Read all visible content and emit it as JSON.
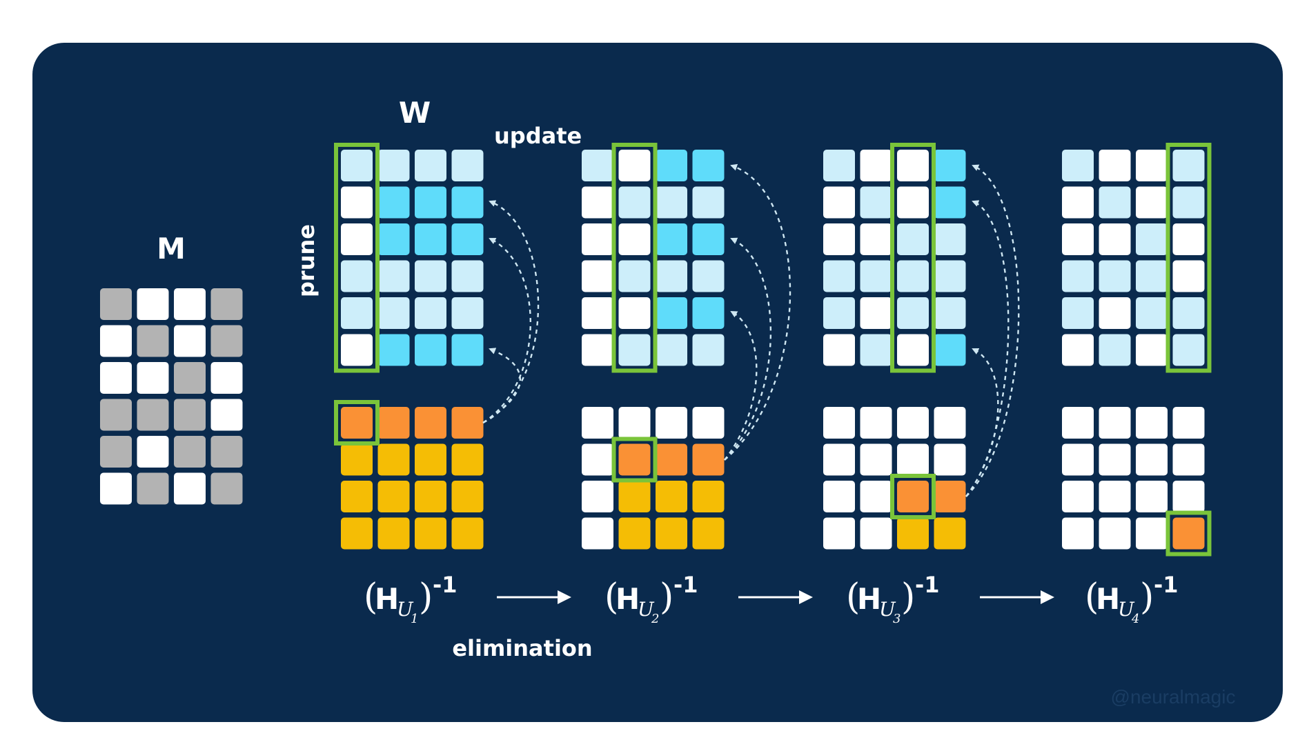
{
  "labels": {
    "m": "M",
    "w": "W",
    "update": "update",
    "prune": "prune",
    "elimination": "elimination",
    "watermark": "@neuralmagic"
  },
  "steps": [
    {
      "h": "H",
      "sub": "U",
      "idx": "1",
      "exp": "-1"
    },
    {
      "h": "H",
      "sub": "U",
      "idx": "2",
      "exp": "-1"
    },
    {
      "h": "H",
      "sub": "U",
      "idx": "3",
      "exp": "-1"
    },
    {
      "h": "H",
      "sub": "U",
      "idx": "4",
      "exp": "-1"
    }
  ],
  "colors": {
    "panel": "#0a2a4d",
    "white": "#ffffff",
    "gray": "#b3b3b3",
    "light_blue": "#cdeefa",
    "cyan": "#5fdcfa",
    "orange": "#fa9135",
    "yellow": "#f5bd05",
    "green": "#7ac43a",
    "arrow": "#cfe7f2"
  },
  "mask_M": [
    [
      "G",
      "W",
      "W",
      "G"
    ],
    [
      "W",
      "G",
      "W",
      "G"
    ],
    [
      "W",
      "W",
      "G",
      "W"
    ],
    [
      "G",
      "G",
      "G",
      "W"
    ],
    [
      "G",
      "W",
      "G",
      "G"
    ],
    [
      "W",
      "G",
      "W",
      "G"
    ]
  ],
  "weights": [
    [
      [
        "L",
        "L",
        "L",
        "L"
      ],
      [
        "W",
        "C",
        "C",
        "C"
      ],
      [
        "W",
        "C",
        "C",
        "C"
      ],
      [
        "L",
        "L",
        "L",
        "L"
      ],
      [
        "L",
        "L",
        "L",
        "L"
      ],
      [
        "W",
        "C",
        "C",
        "C"
      ]
    ],
    [
      [
        "L",
        "W",
        "C",
        "C"
      ],
      [
        "W",
        "L",
        "L",
        "L"
      ],
      [
        "W",
        "W",
        "C",
        "C"
      ],
      [
        "W",
        "L",
        "L",
        "L"
      ],
      [
        "W",
        "W",
        "C",
        "C"
      ],
      [
        "W",
        "L",
        "L",
        "L"
      ]
    ],
    [
      [
        "L",
        "W",
        "W",
        "C"
      ],
      [
        "W",
        "L",
        "W",
        "C"
      ],
      [
        "W",
        "W",
        "L",
        "L"
      ],
      [
        "L",
        "L",
        "L",
        "L"
      ],
      [
        "L",
        "W",
        "L",
        "L"
      ],
      [
        "W",
        "L",
        "W",
        "C"
      ]
    ],
    [
      [
        "L",
        "W",
        "W",
        "L"
      ],
      [
        "W",
        "L",
        "W",
        "L"
      ],
      [
        "W",
        "W",
        "L",
        "W"
      ],
      [
        "L",
        "L",
        "L",
        "W"
      ],
      [
        "L",
        "W",
        "L",
        "L"
      ],
      [
        "W",
        "L",
        "W",
        "L"
      ]
    ]
  ],
  "hessians": [
    [
      [
        "O",
        "O",
        "O",
        "O"
      ],
      [
        "Y",
        "Y",
        "Y",
        "Y"
      ],
      [
        "Y",
        "Y",
        "Y",
        "Y"
      ],
      [
        "Y",
        "Y",
        "Y",
        "Y"
      ]
    ],
    [
      [
        "W",
        "W",
        "W",
        "W"
      ],
      [
        "W",
        "O",
        "O",
        "O"
      ],
      [
        "W",
        "Y",
        "Y",
        "Y"
      ],
      [
        "W",
        "Y",
        "Y",
        "Y"
      ]
    ],
    [
      [
        "W",
        "W",
        "W",
        "W"
      ],
      [
        "W",
        "W",
        "W",
        "W"
      ],
      [
        "W",
        "W",
        "O",
        "O"
      ],
      [
        "W",
        "W",
        "Y",
        "Y"
      ]
    ],
    [
      [
        "W",
        "W",
        "W",
        "W"
      ],
      [
        "W",
        "W",
        "W",
        "W"
      ],
      [
        "W",
        "W",
        "W",
        "W"
      ],
      [
        "W",
        "W",
        "W",
        "O"
      ]
    ]
  ]
}
